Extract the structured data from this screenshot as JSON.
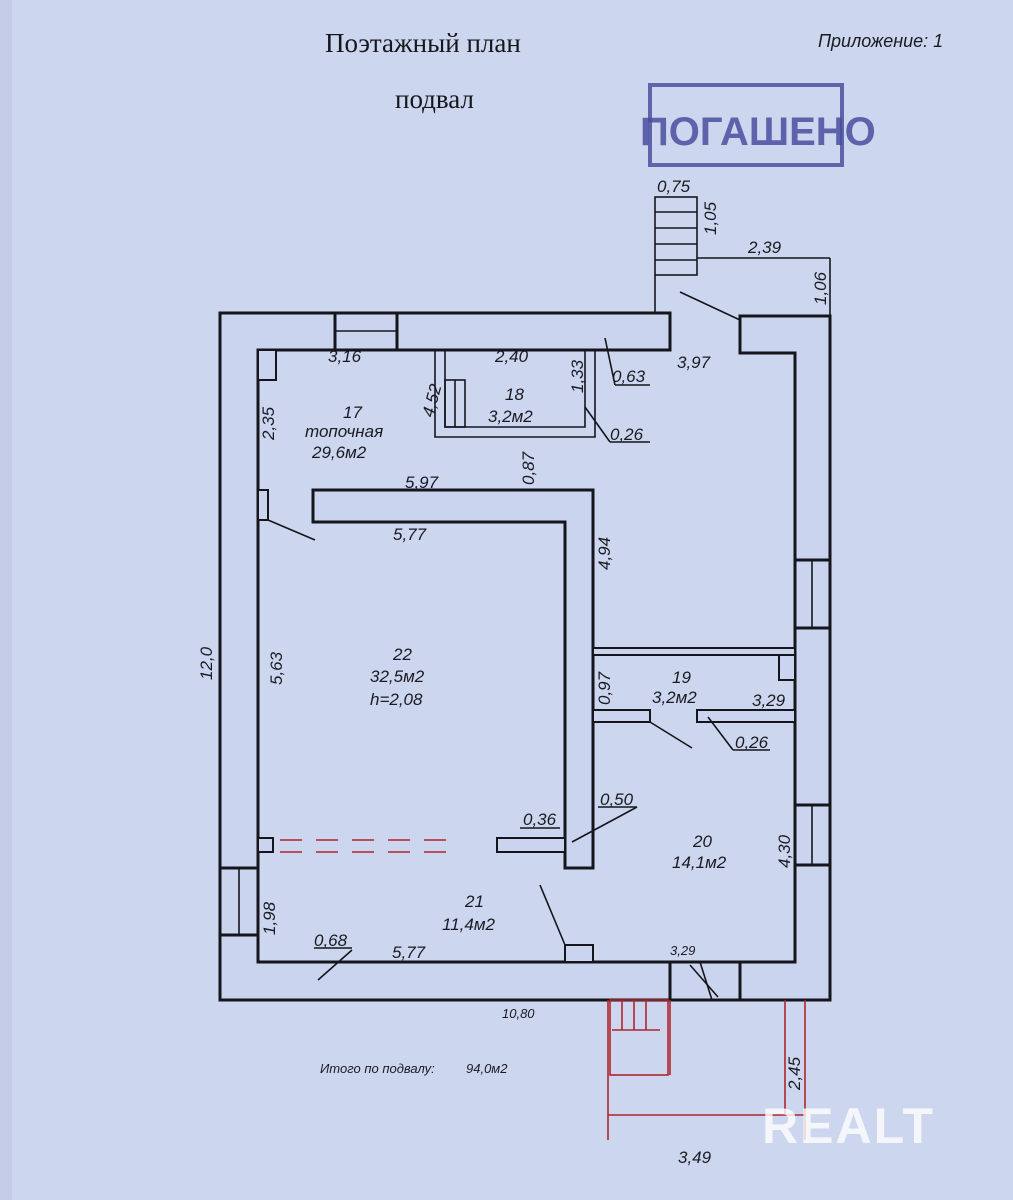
{
  "header": {
    "title": "Поэтажный план",
    "subtitle": "подвал",
    "appendix": "Приложение: 1"
  },
  "stamp": "ПОГАШЕНО",
  "rooms": [
    {
      "number": "17",
      "name": "топочная",
      "area": "29,6м2"
    },
    {
      "number": "18",
      "area": "3,2м2"
    },
    {
      "number": "22",
      "area": "32,5м2",
      "height": "h=2,08"
    },
    {
      "number": "19",
      "area": "3,2м2"
    },
    {
      "number": "20",
      "area": "14,1м2"
    },
    {
      "number": "21",
      "area": "11,4м2"
    }
  ],
  "dimensions": {
    "d075": "0,75",
    "d105": "1,05",
    "d239": "2,39",
    "d106": "1,06",
    "d316": "3,16",
    "d240": "2,40",
    "d133": "1,33",
    "d063": "0,63",
    "d397": "3,97",
    "d452": "4,52",
    "d235": "2,35",
    "d026a": "0,26",
    "d087": "0,87",
    "d597": "5,97",
    "d577a": "5,77",
    "d494": "4,94",
    "d120": "12,0",
    "d563": "5,63",
    "d097": "0,97",
    "d329a": "3,29",
    "d026b": "0,26",
    "d036": "0,36",
    "d050": "0,50",
    "d430": "4,30",
    "d198": "1,98",
    "d068": "0,68",
    "d577b": "5,77",
    "d329b": "3,29",
    "d1080": "10,80",
    "d245": "2,45",
    "d349": "3,49"
  },
  "total": {
    "label": "Итого по подвалу:",
    "value": "94,0м2"
  },
  "watermark": "REALT"
}
